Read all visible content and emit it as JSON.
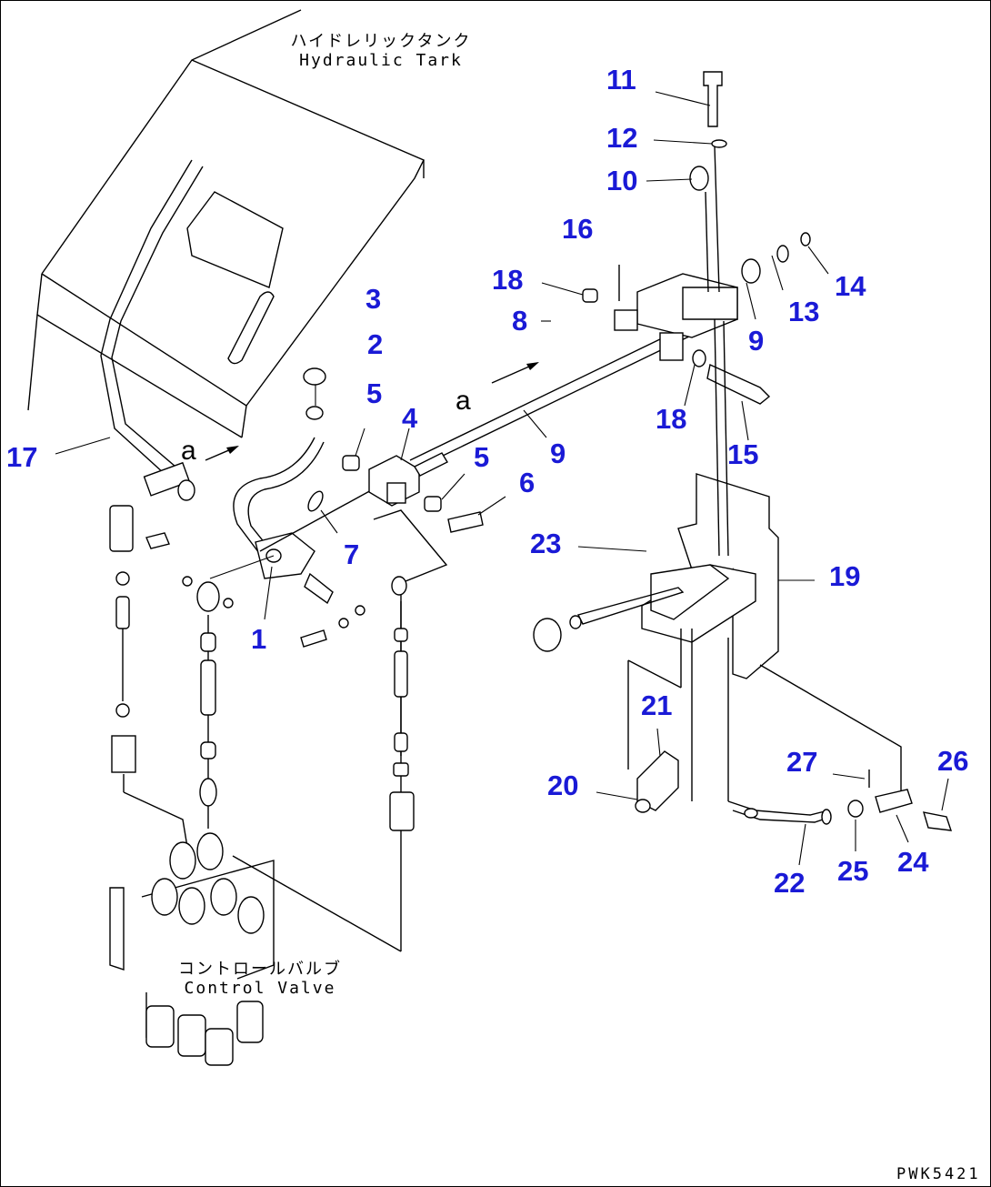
{
  "labels": {
    "hydraulic_tank_jp": "ハイドレリックタンク",
    "hydraulic_tank_en": "Hydraulic Tark",
    "control_valve_jp": "コントロールバルブ",
    "control_valve_en": "Control Valve",
    "section_mark": "a",
    "drawing_code": "PWK5421"
  },
  "callouts": [
    "1",
    "2",
    "3",
    "4",
    "5",
    "5",
    "6",
    "7",
    "8",
    "9",
    "9",
    "10",
    "11",
    "12",
    "13",
    "14",
    "15",
    "16",
    "17",
    "18",
    "18",
    "19",
    "20",
    "21",
    "22",
    "23",
    "24",
    "25",
    "26",
    "27"
  ],
  "colors": {
    "callout": "#1a1ad6",
    "line": "#000000",
    "background": "#ffffff"
  }
}
